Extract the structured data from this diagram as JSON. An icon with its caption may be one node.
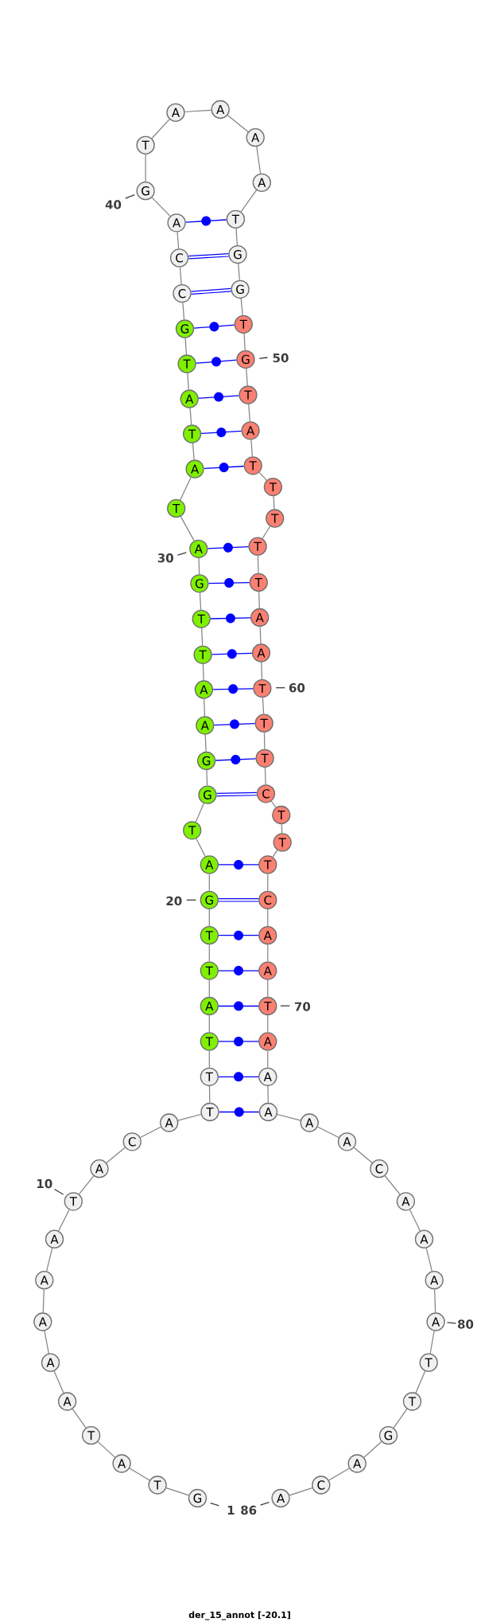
{
  "diagram": {
    "caption": "der_15_annot [-20.1]",
    "nodes": [
      {
        "text": [
          "G"
        ],
        "beside": [
          "1"
        ]
      },
      {
        "text": [
          "T"
        ]
      },
      {
        "text": [
          "A"
        ]
      },
      {
        "text": [
          "T"
        ]
      },
      {
        "text": [
          "A"
        ]
      },
      {
        "text": [
          "A"
        ]
      },
      {
        "text": [
          "A"
        ]
      },
      {
        "text": [
          "A"
        ]
      },
      {
        "text": [
          "A"
        ]
      },
      {
        "text": [
          "T"
        ],
        "beside": [
          "10"
        ]
      },
      {
        "text": [
          "A"
        ]
      },
      {
        "text": [
          "C"
        ]
      },
      {
        "text": [
          "A"
        ]
      },
      {
        "text": [
          "T"
        ]
      },
      {
        "text": [
          "T"
        ]
      },
      {
        "text": [
          "T"
        ]
      },
      {
        "text": [
          "A"
        ]
      },
      {
        "text": [
          "T"
        ]
      },
      {
        "text": [
          "T"
        ]
      },
      {
        "text": [
          "G"
        ],
        "beside": [
          "20"
        ]
      },
      {
        "text": [
          "A"
        ]
      },
      {
        "text": [
          "T"
        ]
      },
      {
        "text": [
          "G"
        ]
      },
      {
        "text": [
          "G"
        ]
      },
      {
        "text": [
          "A"
        ]
      },
      {
        "text": [
          "A"
        ]
      },
      {
        "text": [
          "T"
        ]
      },
      {
        "text": [
          "T"
        ]
      },
      {
        "text": [
          "G"
        ]
      },
      {
        "text": [
          "A"
        ],
        "beside": [
          "30"
        ]
      },
      {
        "text": [
          "T"
        ]
      },
      {
        "text": [
          "A"
        ]
      },
      {
        "text": [
          "T"
        ]
      },
      {
        "text": [
          "A"
        ]
      },
      {
        "text": [
          "T"
        ]
      },
      {
        "text": [
          "G"
        ]
      },
      {
        "text": [
          "C"
        ]
      },
      {
        "text": [
          "C"
        ]
      },
      {
        "text": [
          "A"
        ]
      },
      {
        "text": [
          "G"
        ],
        "beside": [
          "40"
        ]
      },
      {
        "text": [
          "T"
        ]
      },
      {
        "text": [
          "A"
        ]
      },
      {
        "text": [
          "A"
        ]
      },
      {
        "text": [
          "A"
        ]
      },
      {
        "text": [
          "A"
        ]
      },
      {
        "text": [
          "T"
        ]
      },
      {
        "text": [
          "G"
        ]
      },
      {
        "text": [
          "G"
        ]
      },
      {
        "text": [
          "T"
        ]
      },
      {
        "text": [
          "G"
        ],
        "beside": [
          "50"
        ]
      },
      {
        "text": [
          "T"
        ]
      },
      {
        "text": [
          "A"
        ]
      },
      {
        "text": [
          "T"
        ]
      },
      {
        "text": [
          "T"
        ]
      },
      {
        "text": [
          "T"
        ]
      },
      {
        "text": [
          "T"
        ]
      },
      {
        "text": [
          "T"
        ]
      },
      {
        "text": [
          "A"
        ]
      },
      {
        "text": [
          "A"
        ]
      },
      {
        "text": [
          "T"
        ],
        "beside": [
          "60"
        ]
      },
      {
        "text": [
          "T"
        ]
      },
      {
        "text": [
          "T"
        ]
      },
      {
        "text": [
          "C"
        ]
      },
      {
        "text": [
          "T"
        ]
      },
      {
        "text": [
          "T"
        ]
      },
      {
        "text": [
          "T"
        ]
      },
      {
        "text": [
          "C"
        ]
      },
      {
        "text": [
          "A"
        ]
      },
      {
        "text": [
          "A"
        ]
      },
      {
        "text": [
          "T"
        ],
        "beside": [
          "70"
        ]
      },
      {
        "text": [
          "A"
        ]
      },
      {
        "text": [
          "A"
        ]
      },
      {
        "text": [
          "A"
        ]
      },
      {
        "text": [
          "A"
        ]
      },
      {
        "text": [
          "A"
        ]
      },
      {
        "text": [
          "C"
        ]
      },
      {
        "text": [
          "A"
        ]
      },
      {
        "text": [
          "A"
        ]
      },
      {
        "text": [
          "A"
        ]
      },
      {
        "text": [
          "A"
        ],
        "beside": [
          "80"
        ]
      },
      {
        "text": [
          "T"
        ]
      },
      {
        "text": [
          "T"
        ]
      },
      {
        "text": [
          "G"
        ]
      },
      {
        "text": [
          "A"
        ]
      },
      {
        "text": [
          "C"
        ]
      },
      {
        "text": [
          "A"
        ],
        "beside": [
          "86"
        ]
      }
    ],
    "edges": [
      {
        "from": 0,
        "to": 1,
        "arrow": "none"
      },
      {
        "from": 1,
        "to": 2,
        "arrow": "none"
      },
      {
        "from": 2,
        "to": 3,
        "arrow": "none"
      },
      {
        "from": 3,
        "to": 4,
        "arrow": "none"
      },
      {
        "from": 4,
        "to": 5,
        "arrow": "none"
      },
      {
        "from": 5,
        "to": 6,
        "arrow": "none"
      },
      {
        "from": 6,
        "to": 7,
        "arrow": "none"
      },
      {
        "from": 7,
        "to": 8,
        "arrow": "none"
      },
      {
        "from": 8,
        "to": 9,
        "arrow": "none"
      },
      {
        "from": 9,
        "to": 10,
        "arrow": "none"
      },
      {
        "from": 10,
        "to": 11,
        "arrow": "none"
      },
      {
        "from": 11,
        "to": 12,
        "arrow": "none"
      },
      {
        "from": 12,
        "to": 13,
        "arrow": "none"
      },
      {
        "from": 13,
        "to": 14,
        "arrow": "none"
      },
      {
        "from": 14,
        "to": 15,
        "arrow": "none"
      },
      {
        "from": 15,
        "to": 16,
        "arrow": "none"
      },
      {
        "from": 16,
        "to": 17,
        "arrow": "none"
      },
      {
        "from": 17,
        "to": 18,
        "arrow": "none"
      },
      {
        "from": 18,
        "to": 19,
        "arrow": "none"
      },
      {
        "from": 19,
        "to": 20,
        "arrow": "none"
      },
      {
        "from": 20,
        "to": 21,
        "arrow": "none"
      },
      {
        "from": 21,
        "to": 22,
        "arrow": "none"
      },
      {
        "from": 22,
        "to": 23,
        "arrow": "none"
      },
      {
        "from": 23,
        "to": 24,
        "arrow": "none"
      },
      {
        "from": 24,
        "to": 25,
        "arrow": "none"
      },
      {
        "from": 25,
        "to": 26,
        "arrow": "none"
      },
      {
        "from": 26,
        "to": 27,
        "arrow": "none"
      },
      {
        "from": 27,
        "to": 28,
        "arrow": "none"
      },
      {
        "from": 28,
        "to": 29,
        "arrow": "none"
      },
      {
        "from": 29,
        "to": 30,
        "arrow": "none"
      },
      {
        "from": 30,
        "to": 31,
        "arrow": "none"
      },
      {
        "from": 31,
        "to": 32,
        "arrow": "none"
      },
      {
        "from": 32,
        "to": 33,
        "arrow": "none"
      },
      {
        "from": 33,
        "to": 34,
        "arrow": "none"
      },
      {
        "from": 34,
        "to": 35,
        "arrow": "none"
      },
      {
        "from": 35,
        "to": 36,
        "arrow": "none"
      },
      {
        "from": 36,
        "to": 37,
        "arrow": "none"
      },
      {
        "from": 37,
        "to": 38,
        "arrow": "none"
      },
      {
        "from": 38,
        "to": 39,
        "arrow": "none"
      },
      {
        "from": 39,
        "to": 40,
        "arrow": "none"
      },
      {
        "from": 40,
        "to": 41,
        "arrow": "none"
      },
      {
        "from": 41,
        "to": 42,
        "arrow": "none"
      },
      {
        "from": 42,
        "to": 43,
        "arrow": "none"
      },
      {
        "from": 43,
        "to": 44,
        "arrow": "none"
      },
      {
        "from": 44,
        "to": 45,
        "arrow": "none"
      },
      {
        "from": 45,
        "to": 46,
        "arrow": "none"
      },
      {
        "from": 46,
        "to": 47,
        "arrow": "none"
      },
      {
        "from": 47,
        "to": 48,
        "arrow": "none"
      },
      {
        "from": 48,
        "to": 49,
        "arrow": "none"
      },
      {
        "from": 49,
        "to": 50,
        "arrow": "none"
      },
      {
        "from": 50,
        "to": 51,
        "arrow": "none"
      },
      {
        "from": 51,
        "to": 52,
        "arrow": "none"
      },
      {
        "from": 52,
        "to": 53,
        "arrow": "none"
      },
      {
        "from": 53,
        "to": 54,
        "arrow": "none"
      },
      {
        "from": 54,
        "to": 55,
        "arrow": "none"
      },
      {
        "from": 55,
        "to": 56,
        "arrow": "none"
      },
      {
        "from": 56,
        "to": 57,
        "arrow": "none"
      },
      {
        "from": 57,
        "to": 58,
        "arrow": "none"
      },
      {
        "from": 58,
        "to": 59,
        "arrow": "none"
      },
      {
        "from": 59,
        "to": 60,
        "arrow": "none"
      },
      {
        "from": 60,
        "to": 61,
        "arrow": "none"
      },
      {
        "from": 61,
        "to": 62,
        "arrow": "none"
      },
      {
        "from": 62,
        "to": 63,
        "arrow": "none"
      },
      {
        "from": 63,
        "to": 64,
        "arrow": "none"
      },
      {
        "from": 64,
        "to": 65,
        "arrow": "none"
      },
      {
        "from": 65,
        "to": 66,
        "arrow": "none"
      },
      {
        "from": 66,
        "to": 67,
        "arrow": "none"
      },
      {
        "from": 67,
        "to": 68,
        "arrow": "none"
      },
      {
        "from": 68,
        "to": 69,
        "arrow": "none"
      },
      {
        "from": 69,
        "to": 70,
        "arrow": "none"
      },
      {
        "from": 70,
        "to": 71,
        "arrow": "none"
      },
      {
        "from": 71,
        "to": 72,
        "arrow": "none"
      },
      {
        "from": 72,
        "to": 73,
        "arrow": "none"
      },
      {
        "from": 73,
        "to": 74,
        "arrow": "none"
      },
      {
        "from": 74,
        "to": 75,
        "arrow": "none"
      },
      {
        "from": 75,
        "to": 76,
        "arrow": "none"
      },
      {
        "from": 76,
        "to": 77,
        "arrow": "none"
      },
      {
        "from": 77,
        "to": 78,
        "arrow": "none"
      },
      {
        "from": 78,
        "to": 79,
        "arrow": "none"
      },
      {
        "from": 79,
        "to": 80,
        "arrow": "none"
      },
      {
        "from": 80,
        "to": 81,
        "arrow": "none"
      },
      {
        "from": 81,
        "to": 82,
        "arrow": "none"
      },
      {
        "from": 82,
        "to": 83,
        "arrow": "none"
      },
      {
        "from": 83,
        "to": 84,
        "arrow": "none"
      },
      {
        "from": 84,
        "to": 85,
        "arrow": "none"
      },
      {
        "from": 13,
        "to": 72,
        "arrow": "none",
        "color": "#0000ff"
      },
      {
        "from": 14,
        "to": 71,
        "arrow": "none",
        "color": "#0000ff"
      },
      {
        "from": 15,
        "to": 70,
        "arrow": "none",
        "color": "#0000ff"
      },
      {
        "from": 16,
        "to": 69,
        "arrow": "none",
        "color": "#0000ff"
      },
      {
        "from": 17,
        "to": 68,
        "arrow": "none",
        "color": "#0000ff"
      },
      {
        "from": 18,
        "to": 67,
        "arrow": "none",
        "color": "#0000ff"
      },
      {
        "from": 19,
        "to": 66,
        "arrow": "none",
        "style": "thick",
        "color": "#0000ff"
      },
      {
        "from": 20,
        "to": 65,
        "arrow": "none",
        "color": "#0000ff"
      },
      {
        "from": 22,
        "to": 62,
        "arrow": "none",
        "style": "thick",
        "color": "#0000ff"
      },
      {
        "from": 23,
        "to": 61,
        "arrow": "none",
        "color": "#0000ff"
      },
      {
        "from": 24,
        "to": 60,
        "arrow": "none",
        "color": "#0000ff"
      },
      {
        "from": 25,
        "to": 59,
        "arrow": "none",
        "color": "#0000ff"
      },
      {
        "from": 26,
        "to": 58,
        "arrow": "none",
        "color": "#0000ff"
      },
      {
        "from": 27,
        "to": 57,
        "arrow": "none",
        "color": "#0000ff"
      },
      {
        "from": 28,
        "to": 56,
        "arrow": "none",
        "color": "#0000ff"
      },
      {
        "from": 29,
        "to": 55,
        "arrow": "none",
        "color": "#0000ff"
      },
      {
        "from": 31,
        "to": 52,
        "arrow": "none",
        "color": "#0000ff"
      },
      {
        "from": 32,
        "to": 51,
        "arrow": "none",
        "color": "#0000ff"
      },
      {
        "from": 33,
        "to": 50,
        "arrow": "none",
        "color": "#0000ff"
      },
      {
        "from": 34,
        "to": 49,
        "arrow": "none",
        "color": "#0000ff"
      },
      {
        "from": 35,
        "to": 48,
        "arrow": "none",
        "color": "#0000ff"
      },
      {
        "from": 36,
        "to": 47,
        "arrow": "none",
        "style": "thick",
        "color": "#0000ff"
      },
      {
        "from": 37,
        "to": 46,
        "arrow": "none",
        "style": "thick",
        "color": "#0000ff"
      },
      {
        "from": 38,
        "to": 45,
        "arrow": "none",
        "color": "#0000ff"
      }
    ]
  }
}
